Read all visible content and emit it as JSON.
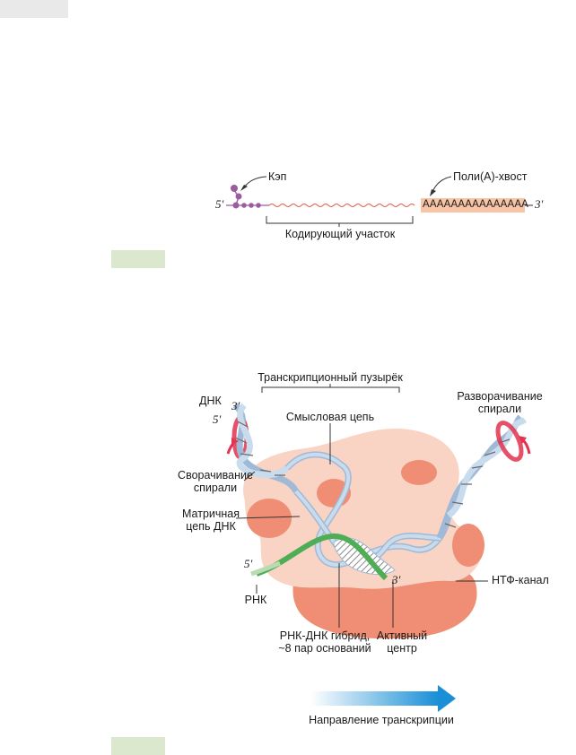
{
  "mrna": {
    "cap_label": "Кэп",
    "polya_label": "Поли(А)-хвост",
    "five_prime": "5′",
    "three_prime": "3′",
    "polya_sequence": "AAAAAAAAAAAAAAA",
    "coding_label": "Кодирующий участок"
  },
  "transcription": {
    "bubble_label": "Транскрипционный пузырёк",
    "dna_label": "ДНК",
    "dna_three_prime": "3′",
    "dna_five_prime": "5′",
    "sense_strand_label": "Смысловая цепь",
    "unwinding_line1": "Разворачивание",
    "unwinding_line2": "спирали",
    "rewinding_line1": "Сворачивание",
    "rewinding_line2": "спирали",
    "template_line1": "Матричная",
    "template_line2": "цепь ДНК",
    "rna_five_prime": "5′",
    "rna_label": "РНК",
    "rna_three_prime": "3′",
    "ntp_channel_label": "НТФ-канал",
    "hybrid_line1": "РНК-ДНК гибрид,",
    "hybrid_line2": "~8 пар оснований",
    "active_line1": "Активный",
    "active_line2": "центр",
    "direction_label": "Направление транскрипции"
  },
  "colors": {
    "polymerase_light": "#f9d3c3",
    "polymerase_dark": "#ef8e74",
    "dna_strand": "#b9d0e6",
    "rna_strand": "#4fae55",
    "cap": "#9c5b9f",
    "arrow_start": "#ffffff",
    "arrow_end": "#1a8fd6"
  }
}
